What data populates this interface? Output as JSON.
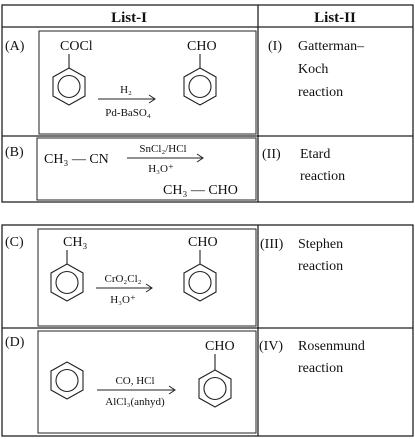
{
  "headers": {
    "list1": "List-I",
    "list2": "List-II"
  },
  "rows": [
    {
      "letter": "(A)",
      "substituent": "COCl",
      "reagent_top": "H₂",
      "reagent_bottom": "Pd-BaSO₄",
      "product": "CHO",
      "roman": "(I)",
      "reaction": [
        "Gatterman–",
        "Koch",
        "reaction"
      ]
    },
    {
      "letter": "(B)",
      "reactant": "CH₃ — CN",
      "reagent_top": "SnCl₂/HCl",
      "reagent_bottom": "H₃O⁺",
      "product": "CH₃ — CHO",
      "roman": "(II)",
      "reaction": [
        "Etard",
        "reaction"
      ]
    },
    {
      "letter": "(C)",
      "substituent": "CH₃",
      "reagent_top": "CrO₂Cl₂",
      "reagent_bottom": "H₃O⁺",
      "product": "CHO",
      "roman": "(III)",
      "reaction": [
        "Stephen",
        "reaction"
      ]
    },
    {
      "letter": "(D)",
      "reagent_top": "CO, HCl",
      "reagent_bottom": "AlCl₃(anhyd)",
      "product": "CHO",
      "roman": "(IV)",
      "reaction": [
        "Rosenmund",
        "reaction"
      ]
    }
  ]
}
